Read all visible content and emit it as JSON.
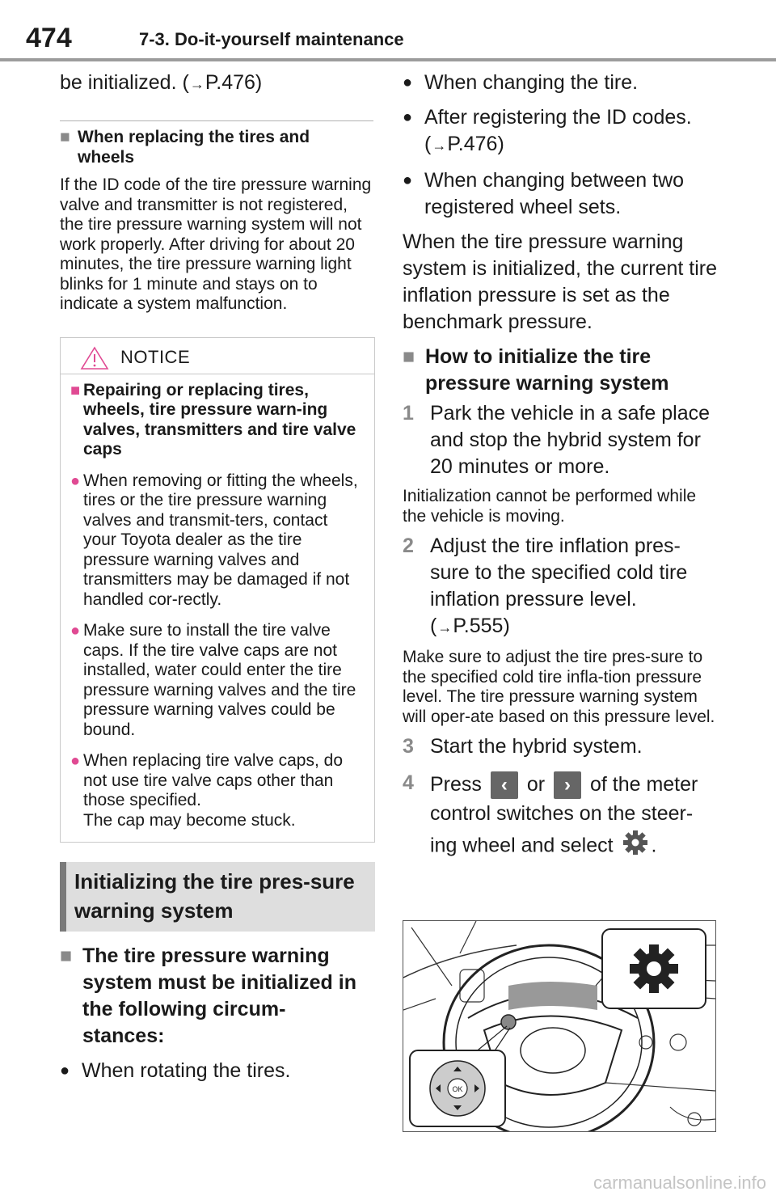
{
  "header": {
    "page_number": "474",
    "section": "7-3. Do-it-yourself maintenance"
  },
  "left": {
    "continuation": "be initialized. (",
    "continuation_ref": "P.476)",
    "replacing_heading": "When replacing the tires and wheels",
    "replacing_body": "If the ID code of the tire pressure warning valve and transmitter is not registered, the tire pressure warning system will not work properly. After driving for about 20 minutes, the tire pressure warning light blinks for 1 minute and stays on to indicate a system malfunction.",
    "notice": {
      "label": "NOTICE",
      "heading": "Repairing or replacing tires, wheels, tire pressure warn-ing valves, transmitters and tire valve caps",
      "items": [
        "When removing or fitting the wheels, tires or the tire pressure warning valves and transmit-ters, contact your Toyota dealer as the tire pressure warning valves and transmitters may be damaged if not handled cor-rectly.",
        "Make sure to install the tire valve caps. If the tire valve caps are not installed, water could enter the tire pressure warning valves and the tire pressure warning valves could be bound.",
        "When replacing tire valve caps, do not use tire valve caps other than those specified.",
        "The cap may become stuck."
      ]
    },
    "section_title": "Initializing the tire pres-sure warning system",
    "circumstances_heading": "The tire pressure warning system must be initialized in the following circum-stances:",
    "bullet_rotate": "When rotating the tires."
  },
  "right": {
    "bullets": [
      "When changing the tire.",
      "After registering the ID codes.",
      "When changing between two registered wheel sets."
    ],
    "bullet2_ref": "P.476)",
    "benchmark_text": "When the tire pressure warning system is initialized, the current tire inflation pressure is set as the benchmark pressure.",
    "howto_heading": "How to initialize the tire pressure warning system",
    "steps": [
      {
        "num": "1",
        "text": "Park the vehicle in a safe place and stop the hybrid system for 20 minutes or more."
      },
      {
        "num": "2",
        "text": "Adjust the tire inflation pres-sure to the specified cold tire inflation pressure level."
      },
      {
        "num": "3",
        "text": "Start the hybrid system."
      },
      {
        "num": "4",
        "text_a": "Press",
        "text_b": "or",
        "text_c": "of the meter control switches on the steer-ing wheel and select",
        "text_d": "."
      }
    ],
    "step1_note": "Initialization cannot be performed while the vehicle is moving.",
    "step2_ref": "P.555)",
    "step2_note": "Make sure to adjust the tire pres-sure to the specified cold tire infla-tion pressure level. The tire pressure warning system will oper-ate based on this pressure level.",
    "illustration_ok": "OK"
  },
  "watermark": "carmanualsonline.info",
  "colors": {
    "accent_pink": "#e04a93",
    "header_rule": "#9c9c9c",
    "section_box": "#dedede",
    "section_bar": "#7a7a7a",
    "step_number": "#8a8a8a"
  }
}
